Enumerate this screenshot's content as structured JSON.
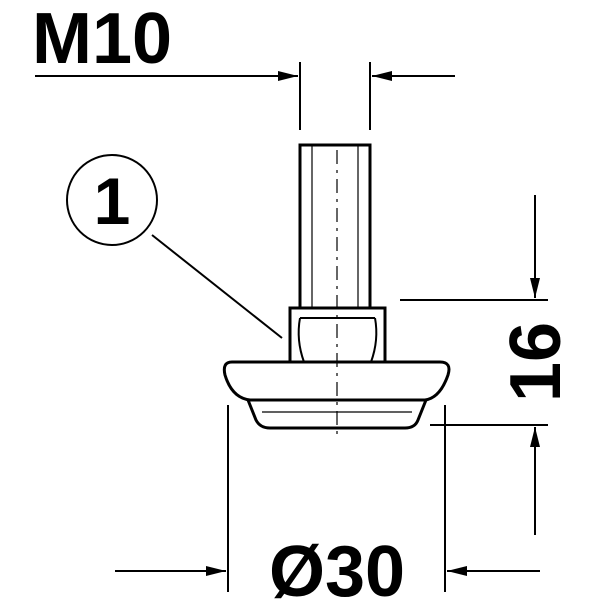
{
  "drawing": {
    "thread_label": "M10",
    "item_number": "1",
    "height_label": "16",
    "diameter_label": "Ø30",
    "line_color": "#000000",
    "background_color": "#ffffff"
  }
}
